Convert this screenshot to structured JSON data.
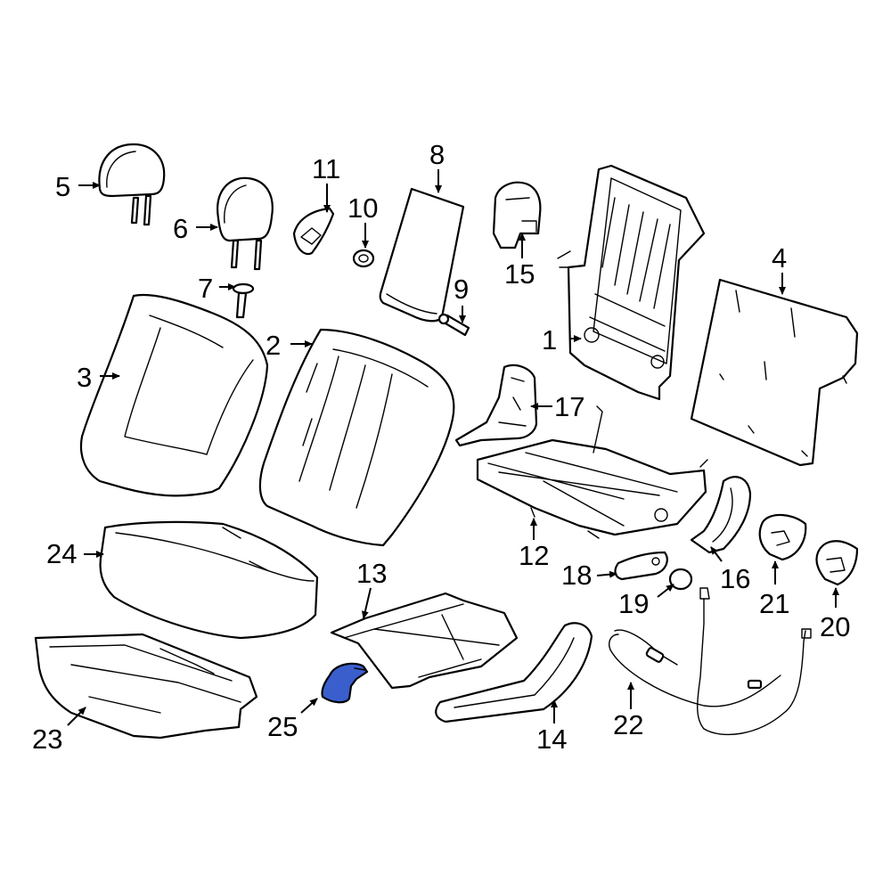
{
  "callouts": [
    {
      "id": "1",
      "text": "1"
    },
    {
      "id": "2",
      "text": "2"
    },
    {
      "id": "3",
      "text": "3"
    },
    {
      "id": "4",
      "text": "4"
    },
    {
      "id": "5",
      "text": "5"
    },
    {
      "id": "6",
      "text": "6"
    },
    {
      "id": "7",
      "text": "7"
    },
    {
      "id": "8",
      "text": "8"
    },
    {
      "id": "9",
      "text": "9"
    },
    {
      "id": "10",
      "text": "10"
    },
    {
      "id": "11",
      "text": "11"
    },
    {
      "id": "12",
      "text": "12"
    },
    {
      "id": "13",
      "text": "13"
    },
    {
      "id": "14",
      "text": "14"
    },
    {
      "id": "15",
      "text": "15"
    },
    {
      "id": "16",
      "text": "16"
    },
    {
      "id": "17",
      "text": "17"
    },
    {
      "id": "18",
      "text": "18"
    },
    {
      "id": "19",
      "text": "19"
    },
    {
      "id": "20",
      "text": "20"
    },
    {
      "id": "21",
      "text": "21"
    },
    {
      "id": "22",
      "text": "22"
    },
    {
      "id": "23",
      "text": "23"
    },
    {
      "id": "24",
      "text": "24"
    },
    {
      "id": "25",
      "text": "25"
    }
  ],
  "highlighted_part": "25",
  "colors": {
    "highlight_fill": "#3a5fcd",
    "line": "#000000",
    "background": "#ffffff"
  }
}
